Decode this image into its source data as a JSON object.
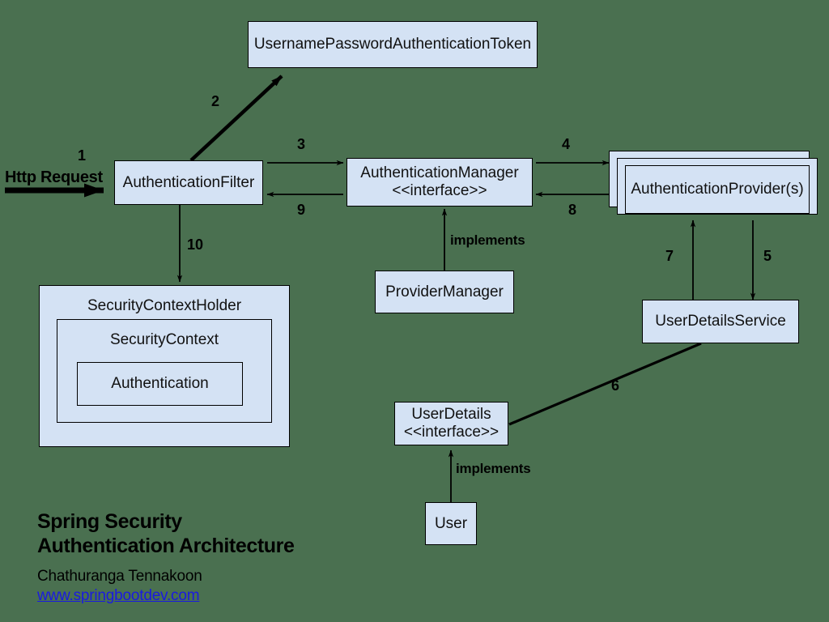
{
  "diagram": {
    "background_color": "#4a7050",
    "node_fill": "#d4e2f4",
    "node_stroke": "#000000",
    "link_color": "#1a1ae0"
  },
  "nodes": {
    "token": "UsernamePasswordAuthenticationToken",
    "auth_filter": "AuthenticationFilter",
    "auth_manager": "AuthenticationManager\n<<interface>>",
    "auth_provider": "AuthenticationProvider(s)",
    "provider_manager": "ProviderManager",
    "user_details_service": "UserDetailsService",
    "user_details": "UserDetails\n<<interface>>",
    "user": "User",
    "security_context_holder": "SecurityContextHolder",
    "security_context": "SecurityContext",
    "authentication": "Authentication"
  },
  "edge_labels": {
    "n1": "1",
    "n2": "2",
    "n3": "3",
    "n4": "4",
    "n5": "5",
    "n6": "6",
    "n7": "7",
    "n8": "8",
    "n9": "9",
    "n10": "10",
    "http_request": "Http Request",
    "implements_provider_manager": "implements",
    "implements_user": "implements"
  },
  "footer": {
    "title_line1": "Spring Security",
    "title_line2": "Authentication Architecture",
    "author": "Chathuranga Tennakoon",
    "website": "www.springbootdev.com"
  }
}
